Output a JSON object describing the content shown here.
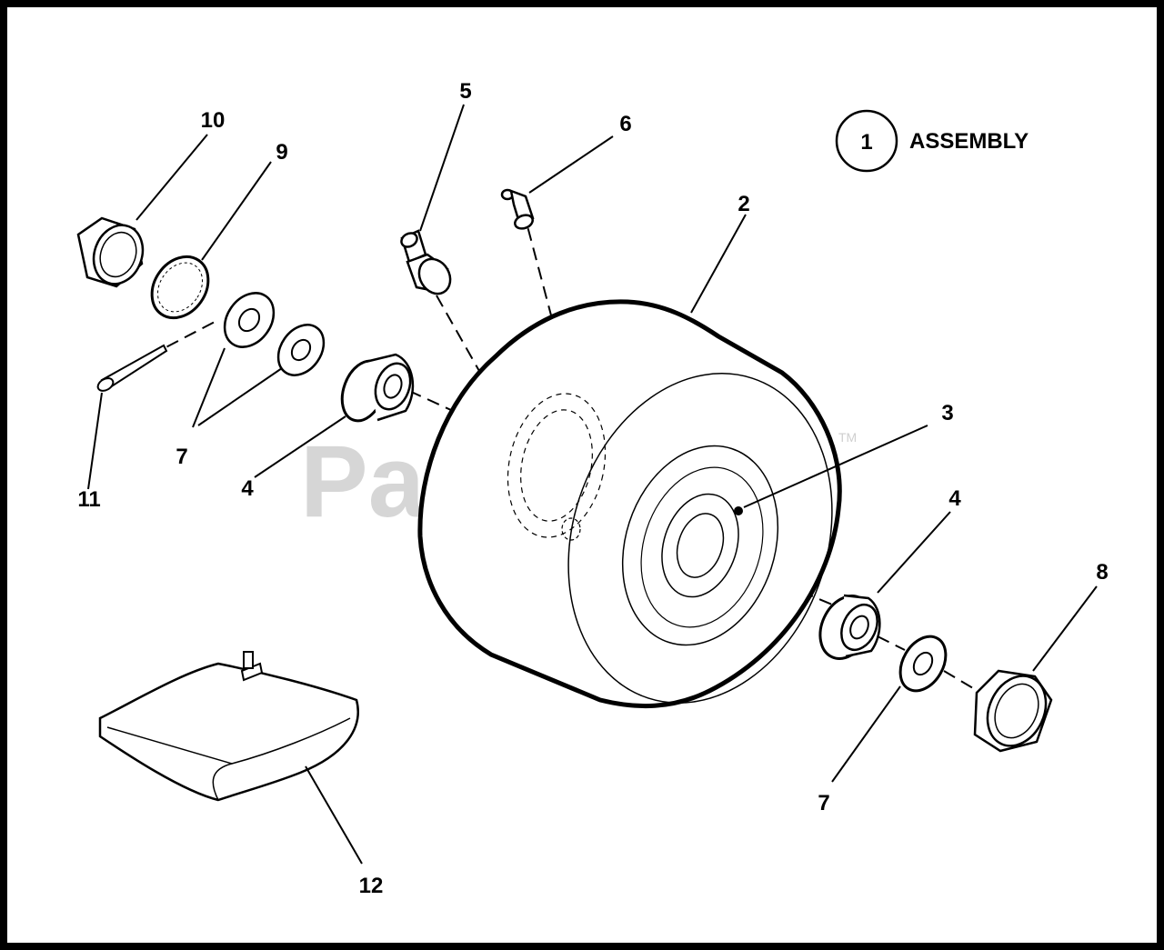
{
  "watermark": {
    "text": "PartsTree",
    "mark": "TM"
  },
  "legend": {
    "number": "1",
    "label": "ASSEMBLY"
  },
  "callouts": {
    "c2": "2",
    "c3": "3",
    "c4a": "4",
    "c4b": "4",
    "c5": "5",
    "c6": "6",
    "c7a": "7",
    "c7b": "7",
    "c8": "8",
    "c9": "9",
    "c10": "10",
    "c11": "11",
    "c12": "12"
  }
}
